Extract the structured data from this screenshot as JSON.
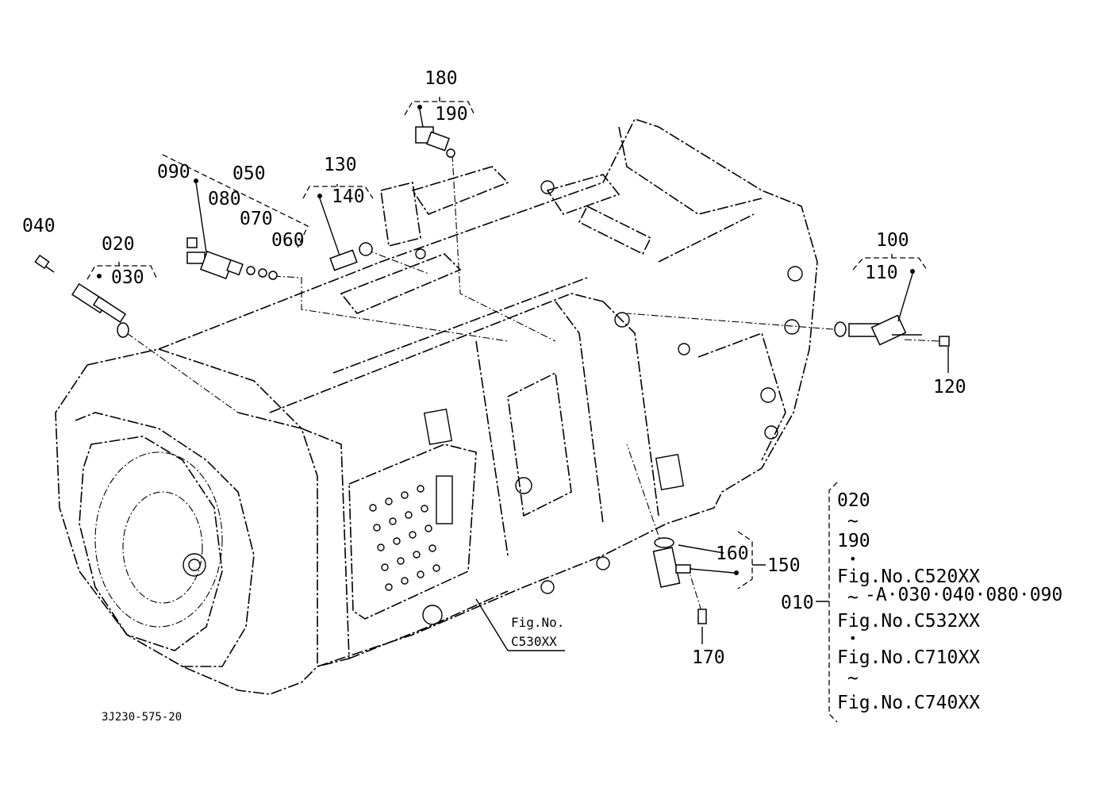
{
  "labels": {
    "p010": "010",
    "p020": "020",
    "p030": "030",
    "p040": "040",
    "p050": "050",
    "p060": "060",
    "p070": "070",
    "p080": "080",
    "p090": "090",
    "p100": "100",
    "p110": "110",
    "p120": "120",
    "p130": "130",
    "p140": "140",
    "p150": "150",
    "p160": "160",
    "p170": "170",
    "p180": "180",
    "p190": "190"
  },
  "fig_ref": {
    "line1": "Fig.No.",
    "line2": "C530XX"
  },
  "legend": {
    "range_start": "020",
    "tilde1": "~",
    "range_end": "190",
    "dot1": "•",
    "fig1": "Fig.No.C520XX",
    "tilde2": "~",
    "exclusions": "-A·030·040·080·090",
    "fig2": "Fig.No.C532XX",
    "dot2": "•",
    "fig3": "Fig.No.C710XX",
    "tilde3": "~",
    "fig4": "Fig.No.C740XX"
  },
  "drawing_id": "3J230-575-20"
}
